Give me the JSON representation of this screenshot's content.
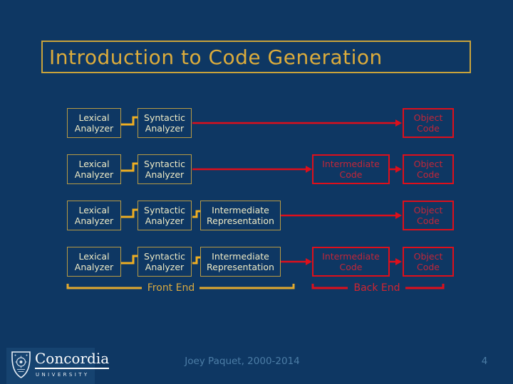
{
  "slide": {
    "title": "Introduction to Code Generation",
    "credit": "Joey Paquet, 2000-2014",
    "page_number": "4"
  },
  "diagram": {
    "rows": [
      {
        "boxes": [
          {
            "label": "Lexical\nAnalyzer"
          },
          {
            "label": "Syntactic\nAnalyzer"
          },
          {
            "label": "Object\nCode"
          }
        ]
      },
      {
        "boxes": [
          {
            "label": "Lexical\nAnalyzer"
          },
          {
            "label": "Syntactic\nAnalyzer"
          },
          {
            "label": "Intermediate\nCode"
          },
          {
            "label": "Object\nCode"
          }
        ]
      },
      {
        "boxes": [
          {
            "label": "Lexical\nAnalyzer"
          },
          {
            "label": "Syntactic\nAnalyzer"
          },
          {
            "label": "Intermediate\nRepresentation"
          },
          {
            "label": "Object\nCode"
          }
        ]
      },
      {
        "boxes": [
          {
            "label": "Lexical\nAnalyzer"
          },
          {
            "label": "Syntactic\nAnalyzer"
          },
          {
            "label": "Intermediate\nRepresentation"
          },
          {
            "label": "Intermediate\nCode"
          },
          {
            "label": "Object\nCode"
          }
        ]
      }
    ],
    "front_end_label": "Front End",
    "back_end_label": "Back End"
  },
  "logo": {
    "name": "Concordia",
    "subtitle": "UNIVERSITY"
  },
  "colors": {
    "background": "#0E3763",
    "logo_block_background": "#164370",
    "gold_accent": "#DCAC3C",
    "gold_box_border": "#B89B44",
    "cream_box_text": "#EFEBC6",
    "gold_connector": "#EFAE21",
    "red_accent": "#DE0F1B",
    "red_box_text": "#C32638",
    "footer_text": "#4C7DA6"
  }
}
